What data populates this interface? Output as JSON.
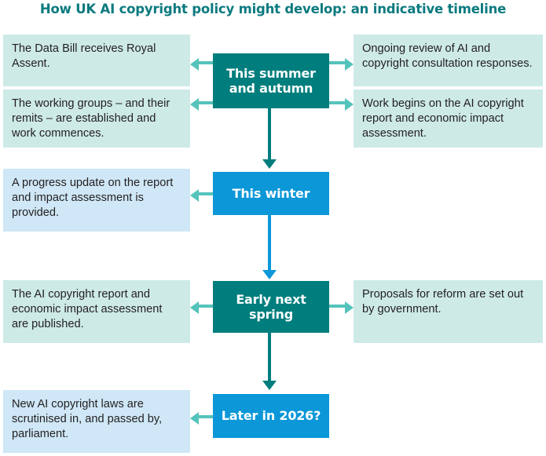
{
  "title": "How UK AI copyright policy might develop: an indicative timeline",
  "colors": {
    "title": "#0b7a7f",
    "node_teal": "#007d7d",
    "node_blue": "#0b97d8",
    "tint_teal": "#cdeae7",
    "tint_blue": "#cfe7f6",
    "connector_side": "#55c3bb"
  },
  "nodes": [
    {
      "label": "This summer and autumn",
      "style": "teal"
    },
    {
      "label": "This winter",
      "style": "blue"
    },
    {
      "label": "Early next spring",
      "style": "teal"
    },
    {
      "label": "Later in 2026?",
      "style": "blue"
    }
  ],
  "boxes": {
    "data_bill": "The Data Bill receives Royal Assent.",
    "working_groups": "The working groups – and their remits – are established and work commences.",
    "ongoing_review": "Ongoing review of AI and copyright consultation responses.",
    "work_begins": "Work begins on the AI copyright report and economic impact assessment.",
    "progress_update": "A progress update on the report and impact assessment is provided.",
    "report_published": "The AI copyright report and economic impact assessment are published.",
    "proposals_reform": "Proposals for reform are set out by government.",
    "new_laws": "New AI copyright laws are scrutinised in, and passed by, parliament."
  }
}
